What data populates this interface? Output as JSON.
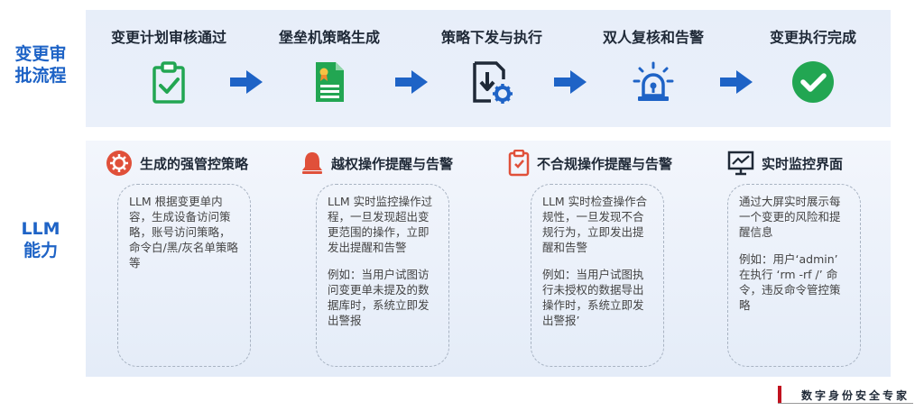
{
  "side_labels": {
    "approval": "变更审\n批流程",
    "llm": "LLM\n能力"
  },
  "flow_steps": [
    {
      "title": "变更计划审核通过",
      "icon": "clipboard-check-icon"
    },
    {
      "title": "堡垒机策略生成",
      "icon": "document-certificate-icon"
    },
    {
      "title": "策略下发与执行",
      "icon": "download-gear-icon"
    },
    {
      "title": "双人复核和告警",
      "icon": "alarm-light-icon"
    },
    {
      "title": "变更执行完成",
      "icon": "check-circle-icon"
    }
  ],
  "capabilities": [
    {
      "title": "生成的强管控策略",
      "icon": "gear-badge-icon",
      "paragraphs": [
        "LLM 根据变更单内容，生成设备访问策略，账号访问策略，命令白/黑/灰名单策略等"
      ]
    },
    {
      "title": "越权操作提醒与告警",
      "icon": "bell-icon",
      "paragraphs": [
        "LLM 实时监控操作过程，一旦发现超出变更范围的操作，立即发出提醒和告警",
        "例如：当用户试图访问变更单未提及的数据库时，系统立即发出警报"
      ]
    },
    {
      "title": "不合规操作提醒与告警",
      "icon": "clipboard-alert-icon",
      "paragraphs": [
        "LLM 实时检查操作合规性，一旦发现不合规行为，立即发出提醒和告警",
        "例如：当用户试图执行未授权的数据导出操作时，系统立即发出警报’"
      ]
    },
    {
      "title": "实时监控界面",
      "icon": "monitor-chart-icon",
      "paragraphs": [
        "通过大屏实时展示每一个变更的风险和提醒信息",
        "例如：用户‘admin’ 在执行 ‘rm -rf /’ 命令，违反命令管控策略"
      ]
    }
  ],
  "brand": "数字身份安全专家",
  "colors": {
    "accent": "#1e63c6",
    "green": "#22a652",
    "red": "#e0503a",
    "brand_red": "#c1121f"
  }
}
